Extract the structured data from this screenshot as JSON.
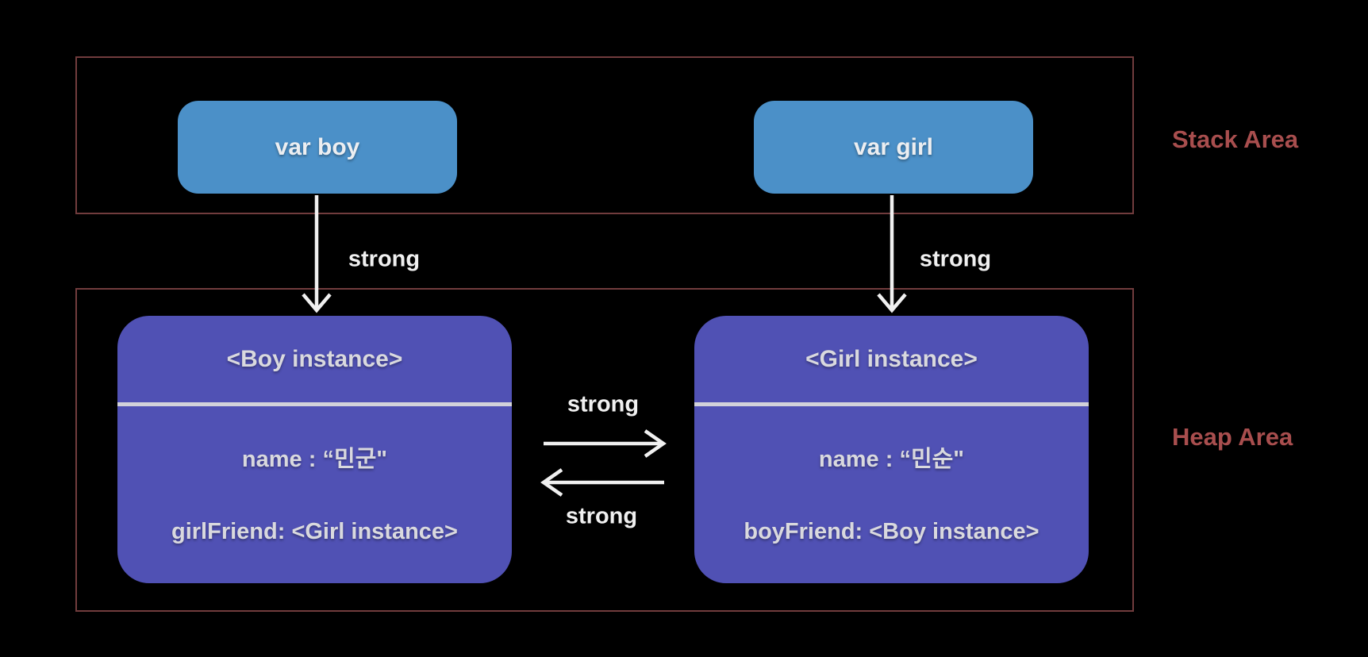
{
  "stack_area": {
    "label": "Stack Area",
    "variables": [
      {
        "label": "var boy"
      },
      {
        "label": "var girl"
      }
    ]
  },
  "heap_area": {
    "label": "Heap Area",
    "instances": [
      {
        "title": "<Boy instance>",
        "fields": [
          "name : “민군\"",
          "girlFriend: <Girl instance>"
        ]
      },
      {
        "title": "<Girl instance>",
        "fields": [
          "name : “민순\"",
          "boyFriend: <Boy instance>"
        ]
      }
    ]
  },
  "references": {
    "varboy_to_boy": "strong",
    "vargirl_to_girl": "strong",
    "boy_to_girl": "strong",
    "girl_to_boy": "strong"
  },
  "colors": {
    "background": "#000000",
    "area_border": "#713c3d",
    "area_label": "#a84e4e",
    "var_fill": "#4b90c8",
    "instance_fill": "#5051b4",
    "box_text": "#d9d9de",
    "arrow": "#f0f0f0"
  }
}
